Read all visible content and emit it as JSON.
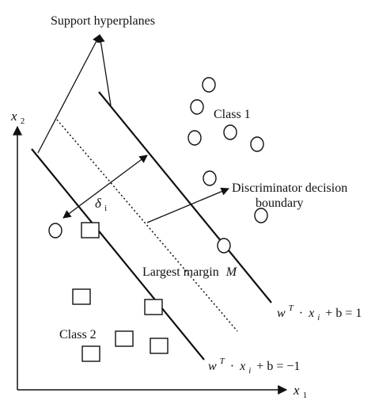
{
  "labels": {
    "support_hyperplanes": "Support hyperplanes",
    "class1": "Class 1",
    "class2": "Class 2",
    "discriminator_line1": "Discriminator decision",
    "discriminator_line2": "boundary",
    "largest_margin": "Largest margin",
    "margin_symbol": "M",
    "delta": "δ",
    "delta_sub": "i",
    "x1_base": "x",
    "x1_sub": "1",
    "x2_base": "x",
    "x2_sub": "2",
    "eq_upper": {
      "w": "w",
      "T": "T",
      "dot": "·",
      "x": "x",
      "i": "i",
      "rest": "+ b = 1"
    },
    "eq_lower": {
      "w": "w",
      "T": "T",
      "dot": "·",
      "x": "x",
      "i": "i",
      "rest": "+ b = −1"
    }
  },
  "colors": {
    "ink": "#111111",
    "background": "#ffffff"
  }
}
